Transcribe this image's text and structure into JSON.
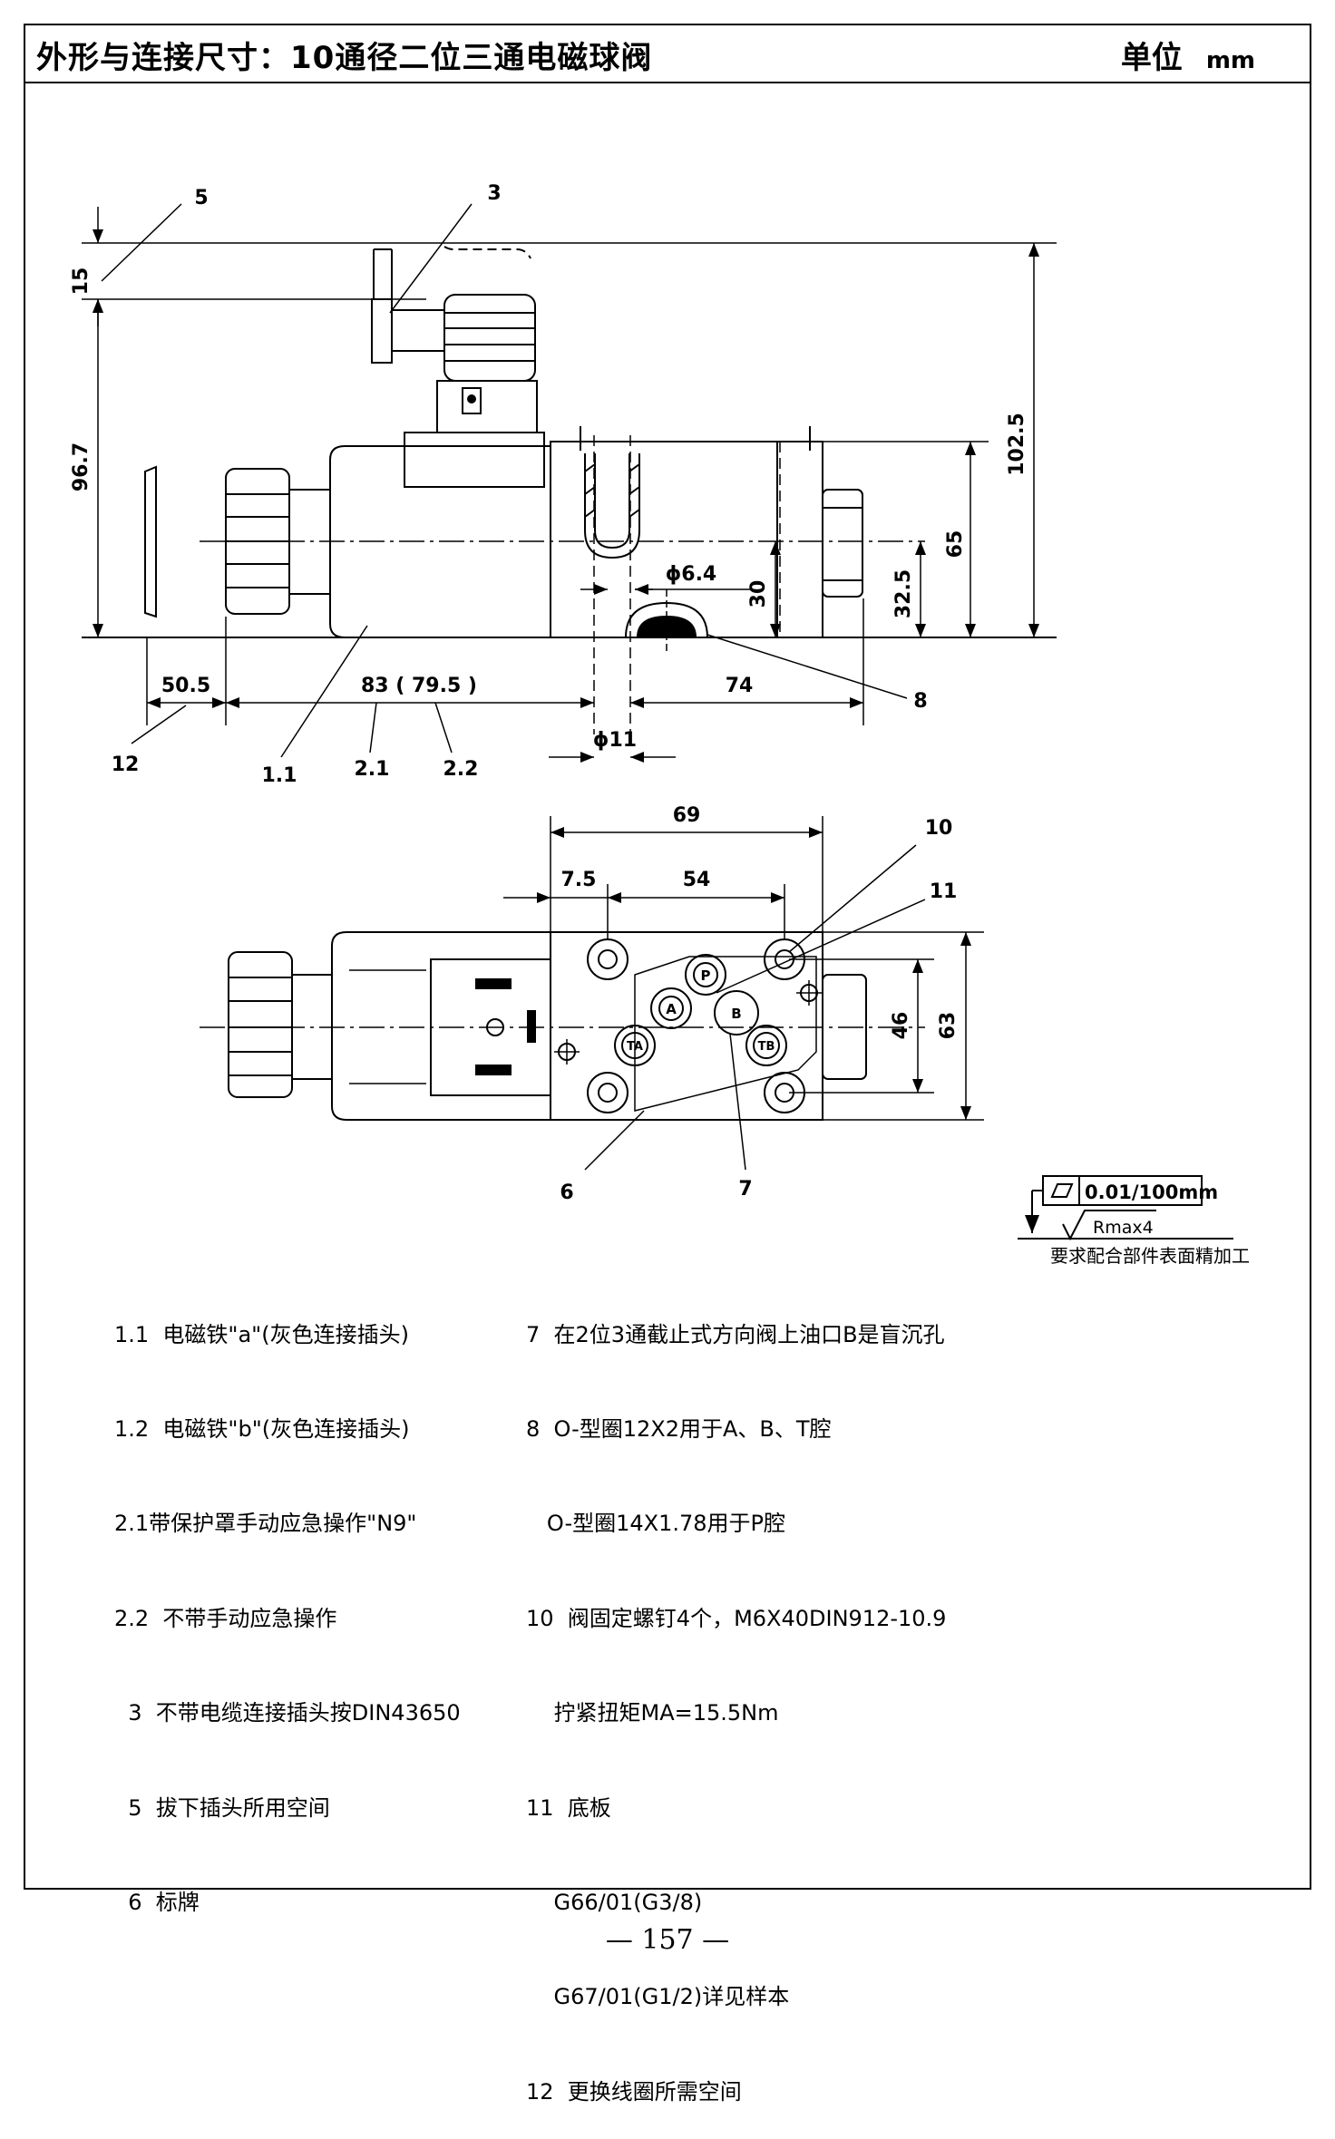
{
  "header": {
    "title": "外形与连接尺寸：10通径二位三通电磁球阀",
    "unit_label": "单位",
    "unit_value": "mm"
  },
  "side_view": {
    "callouts": [
      "5",
      "3",
      "8",
      "12",
      "1.1",
      "2.1",
      "2.2"
    ],
    "dimensions": {
      "d15": "15",
      "d96_7": "96.7",
      "d102_5": "102.5",
      "d65": "65",
      "d32_5": "32.5",
      "d30": "30",
      "d6_4": "ϕ6.4",
      "d50_5": "50.5",
      "d83": "83 ( 79.5 )",
      "d74": "74",
      "d11": "ϕ11"
    }
  },
  "top_view": {
    "callouts": [
      "10",
      "11",
      "6",
      "7"
    ],
    "dimensions": {
      "d69": "69",
      "d7_5": "7.5",
      "d54": "54",
      "d46": "46",
      "d63": "63"
    },
    "ports": {
      "P": "P",
      "A": "A",
      "B": "B",
      "TA": "TA",
      "TB": "TB"
    }
  },
  "surface_spec": {
    "flatness": "0.01/100mm",
    "roughness": "Rmax4",
    "note": "要求配合部件表面精加工"
  },
  "notes_left": [
    "1.1  电磁铁\"a\"(灰色连接插头)",
    "1.2  电磁铁\"b\"(灰色连接插头)",
    "2.1带保护罩手动应急操作\"N9\"",
    "2.2  不带手动应急操作",
    "  3  不带电缆连接插头按DIN43650",
    "  5  拔下插头所用空间",
    "  6  标牌"
  ],
  "notes_right": [
    "7  在2位3通截止式方向阀上油口B是盲沉孔",
    "8  O-型圈12X2用于A、B、T腔",
    "   O-型圈14X1.78用于P腔",
    "10  阀固定螺钉4个，M6X40DIN912-10.9",
    "    拧紧扭矩MA=15.5Nm",
    "11  底板",
    "    G66/01(G3/8)",
    "    G67/01(G1/2)详见样本",
    "12  更换线圈所需空间"
  ],
  "footer": {
    "page_number": "—  157  —"
  }
}
